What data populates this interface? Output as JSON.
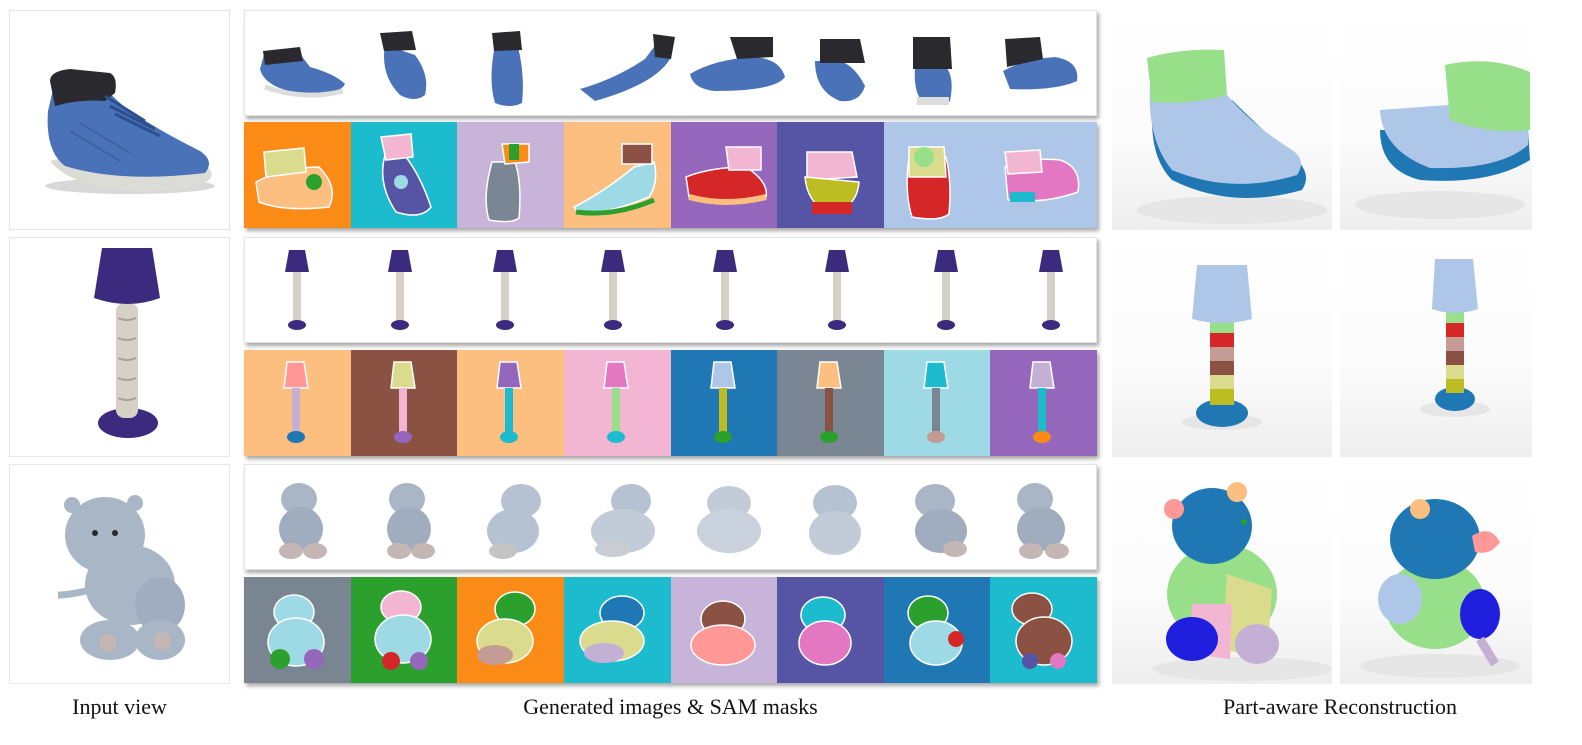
{
  "captions": {
    "input": "Input view",
    "generated": "Generated images & SAM masks",
    "reconstruction": "Part-aware Reconstruction"
  },
  "rows": [
    {
      "object": "shoe",
      "mask_backgrounds": [
        "#f98b16",
        "#1cbcce",
        "#c7b4d8",
        "#fdbf80",
        "#9467bd",
        "#5554a5",
        "#aec7e8",
        "#aec7e8"
      ]
    },
    {
      "object": "lamp",
      "mask_backgrounds": [
        "#fdbf80",
        "#8b5243",
        "#fdbf80",
        "#f3b6d2",
        "#1f77b4",
        "#7b8695",
        "#9edae5",
        "#9467bd"
      ]
    },
    {
      "object": "hippo",
      "mask_backgrounds": [
        "#7a8592",
        "#2ca02c",
        "#f98b16",
        "#1cbcce",
        "#c7b4d8",
        "#5554a5",
        "#1f77b4",
        "#1cbcce"
      ]
    }
  ],
  "colors": {
    "shoe_blue": "#4a72b8",
    "shoe_black": "#2a2a2e",
    "lamp_purple": "#3b2a7e",
    "hippo_gray": "#a9b6c6",
    "recon_light_blue": "#aec7e8",
    "recon_green": "#98df8a",
    "recon_dark_blue": "#1f77b4"
  }
}
